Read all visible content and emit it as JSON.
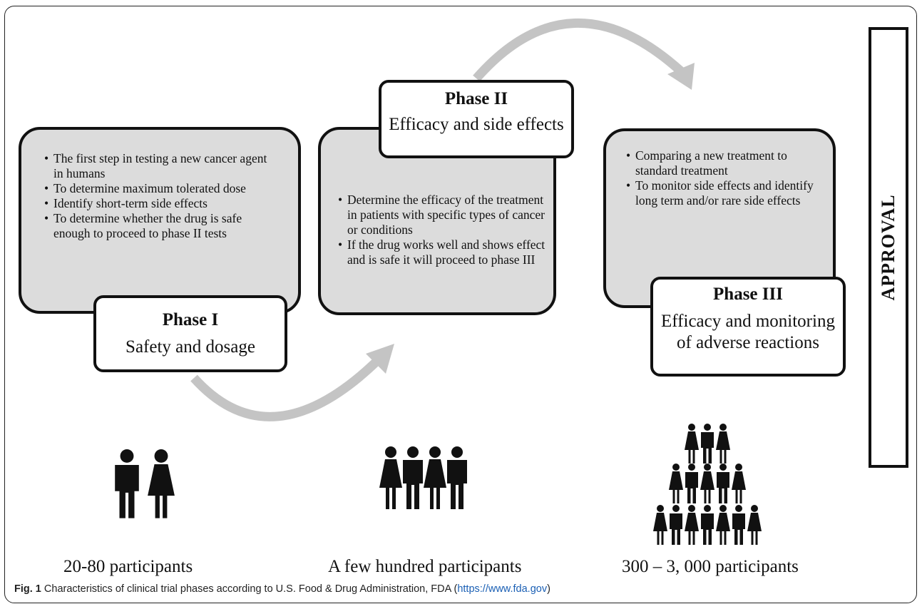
{
  "phases": [
    {
      "title": "Phase I",
      "subtitle": "Safety and dosage",
      "bullets": [
        "The first step in testing a new cancer agent in humans",
        "To determine maximum tolerated dose",
        "Identify short-term side effects",
        "To determine whether the drug is safe enough to proceed to phase II tests"
      ],
      "participants": "20-80 participants",
      "people_icons": 2
    },
    {
      "title": "Phase II",
      "subtitle": "Efficacy and side effects",
      "bullets": [
        "Determine the efficacy of the treatment in patients with specific types of cancer or conditions",
        "If the drug works well and shows effect and is safe it will proceed to phase III"
      ],
      "participants": "A few hundred participants",
      "people_icons": 4
    },
    {
      "title": "Phase III",
      "subtitle": "Efficacy and monitoring of adverse reactions",
      "bullets": [
        "Comparing a new treatment to standard treatment",
        "To monitor side effects and identify long term and/or rare side effects"
      ],
      "participants": "300 – 3, 000 participants",
      "people_icons": 15
    }
  ],
  "approval": "APPROVAL",
  "caption": {
    "label": "Fig. 1",
    "text": " Characteristics of clinical trial phases according to U.S. Food & Drug Administration, FDA (",
    "link": "https://www.fda.gov",
    "close": ")"
  },
  "colors": {
    "box_fill": "#dcdcdc",
    "arrow": "#c4c4c4",
    "border": "#111111",
    "link": "#1a5fb4"
  },
  "icons": [
    "curved-arrow-icon",
    "person-male-icon",
    "person-female-icon"
  ]
}
